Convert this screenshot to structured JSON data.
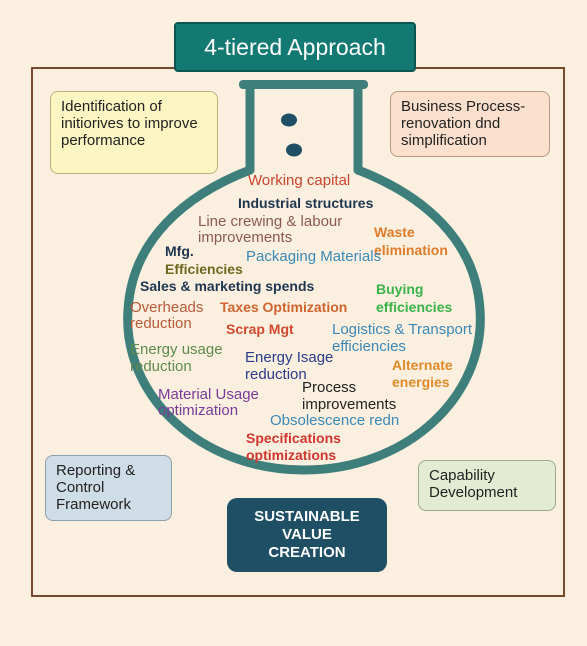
{
  "title": "4-tiered Approach",
  "corner_boxes": {
    "top_left": "Identification of initiorives to improve performance",
    "top_right": "Business Process-renovation dnd simplification",
    "bottom_left": "Reporting & Control Framework",
    "bottom_right": "Capability Development"
  },
  "center_box": "SUSTAINABLE\nVALUE\nCREATION",
  "flask_items": [
    {
      "text": "Working capital",
      "color": "#c8442e"
    },
    {
      "text": "Industrial structures",
      "color": "#1e3550"
    },
    {
      "text": "Line crewing & labour",
      "color": "#8a5a52"
    },
    {
      "text": "improvements",
      "color": "#8a5a52"
    },
    {
      "text": "Waste",
      "color": "#e07b2a"
    },
    {
      "text": "elimination",
      "color": "#e07b2a"
    },
    {
      "text": "Mfg.",
      "color": "#1e3550"
    },
    {
      "text": "Efficiencies",
      "color": "#6b6a1e"
    },
    {
      "text": "Packaging Materials",
      "color": "#3a88b8"
    },
    {
      "text": "Sales & marketing spends",
      "color": "#1e3550"
    },
    {
      "text": "Buying",
      "color": "#3bb24a"
    },
    {
      "text": "efficiencies",
      "color": "#3bb24a"
    },
    {
      "text": "Overheads",
      "color": "#b85a3a"
    },
    {
      "text": "reduction",
      "color": "#b85a3a"
    },
    {
      "text": "Taxes Optimization",
      "color": "#d0632e"
    },
    {
      "text": "Scrap Mgt",
      "color": "#d0492e"
    },
    {
      "text": "Logistics & Transport",
      "color": "#3a88b8"
    },
    {
      "text": "efficiencies",
      "color": "#3a88b8"
    },
    {
      "text": "Energy usage",
      "color": "#5e8a4e"
    },
    {
      "text": "reduction",
      "color": "#5e8a4e"
    },
    {
      "text": "Energy Isage",
      "color": "#2a3a8a"
    },
    {
      "text": "reduction",
      "color": "#2a3a8a"
    },
    {
      "text": "Alternate",
      "color": "#e08a2a"
    },
    {
      "text": "energies",
      "color": "#e08a2a"
    },
    {
      "text": "Process",
      "color": "#222222"
    },
    {
      "text": "improvements",
      "color": "#222222"
    },
    {
      "text": "Material Usage",
      "color": "#7a3a9a"
    },
    {
      "text": "optimization",
      "color": "#7a3a9a"
    },
    {
      "text": "Obsolescence redn",
      "color": "#3a88b8"
    },
    {
      "text": "Specifications",
      "color": "#d0352e"
    },
    {
      "text": "optimizations",
      "color": "#d0352e"
    }
  ],
  "colors": {
    "flask_outline": "#3f7f7b",
    "flask_dots": "#1e4f65",
    "title_bg": "#137a73",
    "frame_border": "#7a4a2e"
  }
}
